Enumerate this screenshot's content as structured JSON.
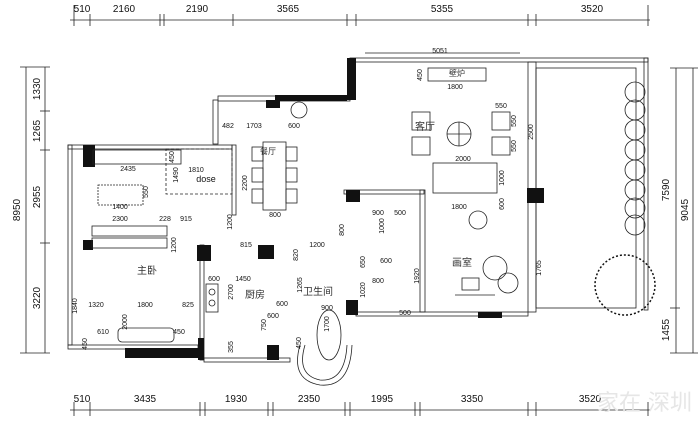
{
  "top_dimensions": [
    "510",
    "2160",
    "2190",
    "3565",
    "5355",
    "3520"
  ],
  "bottom_dimensions": [
    "510",
    "3435",
    "1930",
    "2350",
    "1995",
    "3350",
    "3520"
  ],
  "left_dimensions": [
    "1330",
    "1265",
    "2955",
    "3220"
  ],
  "left_total": "8950",
  "right_dimensions": [
    "7590",
    "1455"
  ],
  "right_total": "9045",
  "rooms": {
    "master_bedroom": "主卧",
    "kitchen": "厨房",
    "bathroom": "卫生间",
    "living_room": "客厅",
    "studio": "画室",
    "fireplace": "壁炉",
    "dining": "餐厅"
  },
  "annotations": [
    "5051",
    "450",
    "1800",
    "550",
    "550",
    "550",
    "2000",
    "1000",
    "1800",
    "600",
    "2500",
    "1765",
    "1920",
    "500",
    "900",
    "500",
    "1000",
    "800",
    "650",
    "600",
    "800",
    "1020",
    "1200",
    "815",
    "820",
    "482",
    "1703",
    "600",
    "2435",
    "450",
    "1810",
    "1490",
    "dose",
    "550",
    "1400",
    "2300",
    "228",
    "915",
    "2200",
    "800",
    "1200",
    "1200",
    "600",
    "1450",
    "2700",
    "1265",
    "600",
    "600",
    "750",
    "355",
    "450",
    "1320",
    "1800",
    "825",
    "1840",
    "2000",
    "610",
    "450",
    "450",
    "900",
    "1700"
  ],
  "watermark": "家在 深圳"
}
